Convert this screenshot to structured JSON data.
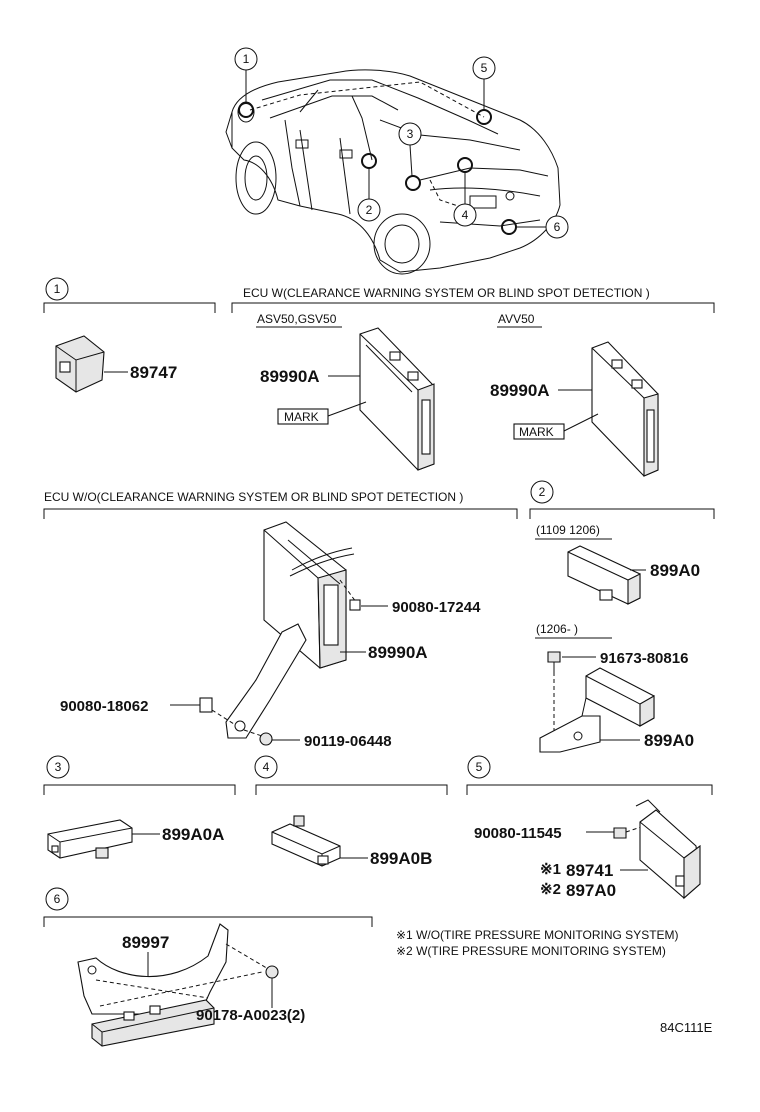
{
  "diagram_code": "84C111E",
  "car_callouts": [
    "1",
    "2",
    "3",
    "4",
    "5",
    "6"
  ],
  "sections": {
    "s1": {
      "number": "1",
      "part": "89747"
    },
    "ecu_with": {
      "header": "ECU  W(CLEARANCE WARNING SYSTEM OR BLIND SPOT DETECTION )",
      "left_model": "ASV50,GSV50",
      "right_model": "AVV50",
      "left_part": "89990A",
      "right_part": "89990A",
      "mark_left": "MARK",
      "mark_right": "MARK"
    },
    "ecu_without": {
      "header": "ECU  W/O(CLEARANCE WARNING SYSTEM OR BLIND SPOT DETECTION )",
      "part_ecu": "89990A",
      "bolt_a": "90080-17244",
      "clip": "90080-18062",
      "bolt_b": "90119-06448"
    },
    "s2": {
      "number": "2",
      "date_a": "(1109  1206)",
      "part_a": "899A0",
      "date_b": "(1206-        )",
      "bolt": "91673-80816",
      "part_b": "899A0"
    },
    "s3": {
      "number": "3",
      "part": "899A0A"
    },
    "s4": {
      "number": "4",
      "part": "899A0B"
    },
    "s5": {
      "number": "5",
      "bolt": "90080-11545",
      "part_1": "89741",
      "part_2": "897A0",
      "mark_1": "※1",
      "mark_2": "※2"
    },
    "s6": {
      "number": "6",
      "part": "89997",
      "nut": "90178-A0023(2)"
    }
  },
  "notes": [
    "※1 W/O(TIRE PRESSURE MONITORING SYSTEM)",
    "※2 W(TIRE PRESSURE MONITORING SYSTEM)"
  ]
}
